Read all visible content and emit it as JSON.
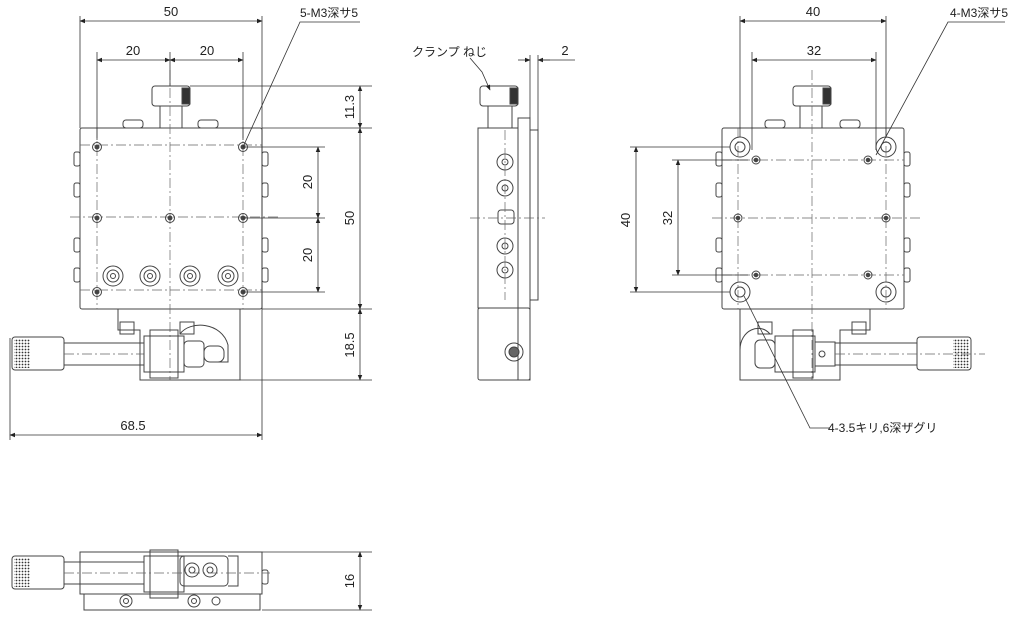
{
  "dimensions": {
    "top_width": "50",
    "top_pitch_left": "20",
    "top_pitch_right": "20",
    "top_handle_offset": "11.3",
    "top_height": "50",
    "top_vpitch_upper": "20",
    "top_vpitch_lower": "20",
    "top_knob_offset": "18.5",
    "top_overall_width": "68.5",
    "side_gap": "2",
    "right_width": "40",
    "right_pitch": "32",
    "right_height": "40",
    "right_vpitch": "32",
    "bottom_height": "16"
  },
  "notes": {
    "tap_holes_top": "5-M3深サ5",
    "clamp_screw": "クランプ ねじ",
    "tap_holes_right": "4-M3深サ5",
    "counterbore": "4-3.5キリ,6深ザグリ"
  }
}
